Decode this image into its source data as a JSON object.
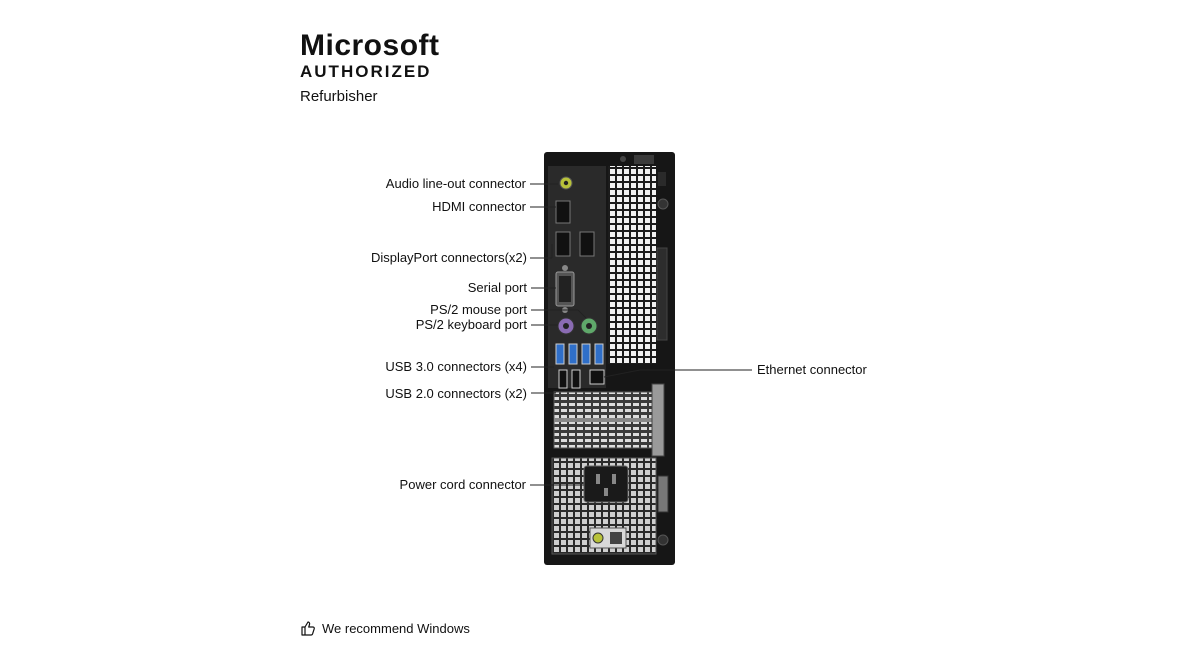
{
  "logo": {
    "brand": "Microsoft",
    "status": "AUTHORIZED",
    "tagline": "Refurbisher"
  },
  "callouts": {
    "audio": "Audio line-out connector",
    "hdmi": "HDMI connector",
    "displayport": "DisplayPort connectors(x2)",
    "serial": "Serial port",
    "ps2_mouse": "PS/2 mouse port",
    "ps2_keyboard": "PS/2 keyboard port",
    "usb3": "USB 3.0 connectors (x4)",
    "usb2": "USB 2.0 connectors (x2)",
    "power": "Power cord connector",
    "ethernet": "Ethernet connector"
  },
  "footer": {
    "icon": "thumbs-up-icon",
    "text": "We recommend Windows"
  },
  "colors": {
    "chassis": "#1a1a1a",
    "panel": "#2b2b2b",
    "usb3_blue": "#2f6fc9",
    "ps2_mouse": "#5fa86a",
    "ps2_keyboard": "#8a6bb3",
    "audio_lime": "#b8c23a"
  }
}
